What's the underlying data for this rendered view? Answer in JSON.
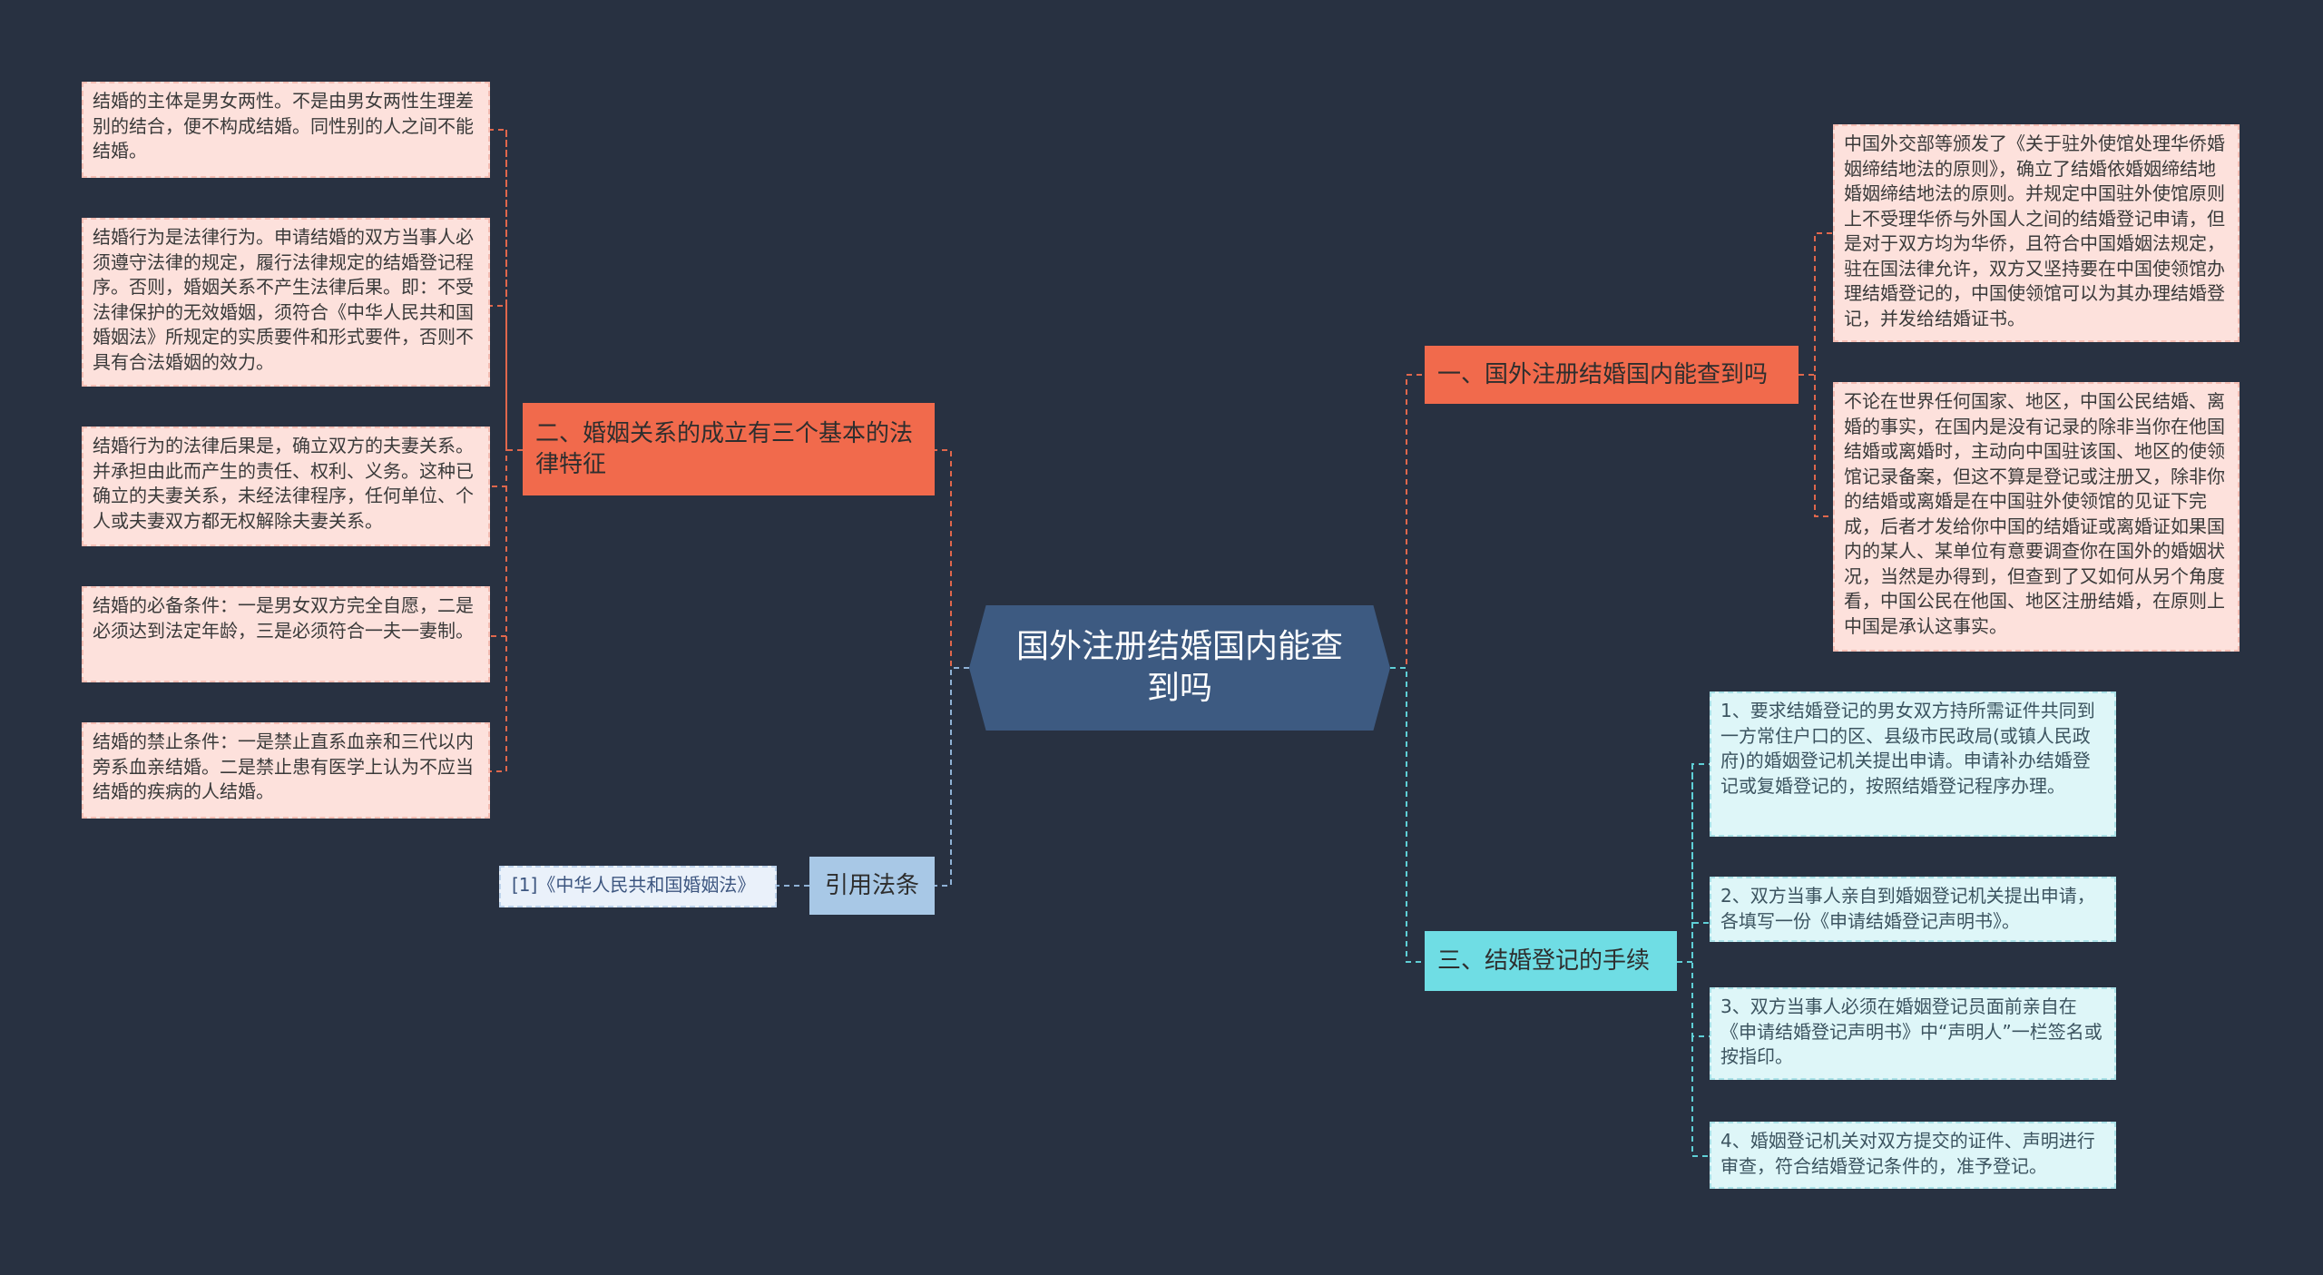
{
  "root": {
    "label": "国外注册结婚国内能查到吗"
  },
  "branches": {
    "b1": {
      "label": "一、国外注册结婚国内能查到吗",
      "leaves": [
        "中国外交部等颁发了《关于驻外使馆处理华侨婚姻缔结地法的原则》，确立了结婚依婚姻缔结地婚姻缔结地法的原则。并规定中国驻外使馆原则上不受理华侨与外国人之间的结婚登记申请，但是对于双方均为华侨，且符合中国婚姻法规定，驻在国法律允许，双方又坚持要在中国使领馆办理结婚登记的，中国使领馆可以为其办理结婚登记，并发给结婚证书。",
        "不论在世界任何国家、地区，中国公民结婚、离婚的事实，在国内是没有记录的除非当你在他国结婚或离婚时，主动向中国驻该国、地区的使领馆记录备案，但这不算是登记或注册又，除非你的结婚或离婚是在中国驻外使领馆的见证下完成，后者才发给你中国的结婚证或离婚证如果国内的某人、某单位有意要调查你在国外的婚姻状况，当然是办得到，但查到了又如何从另个角度看，中国公民在他国、地区注册结婚，在原则上中国是承认这事实。"
      ]
    },
    "b2": {
      "label": "二、婚姻关系的成立有三个基本的法律特征",
      "leaves": [
        "结婚的主体是男女两性。不是由男女两性生理差别的结合，便不构成结婚。同性别的人之间不能结婚。",
        "结婚行为是法律行为。申请结婚的双方当事人必须遵守法律的规定，履行法律规定的结婚登记程序。否则，婚姻关系不产生法律后果。即：不受法律保护的无效婚姻，须符合《中华人民共和国婚姻法》所规定的实质要件和形式要件，否则不具有合法婚姻的效力。",
        "结婚行为的法律后果是，确立双方的夫妻关系。并承担由此而产生的责任、权利、义务。这种已确立的夫妻关系，未经法律程序，任何单位、个人或夫妻双方都无权解除夫妻关系。",
        "结婚的必备条件：一是男女双方完全自愿，二是必须达到法定年龄，三是必须符合一夫一妻制。",
        "结婚的禁止条件：一是禁止直系血亲和三代以内旁系血亲结婚。二是禁止患有医学上认为不应当结婚的疾病的人结婚。"
      ]
    },
    "b3": {
      "label": "三、结婚登记的手续",
      "leaves": [
        "1、要求结婚登记的男女双方持所需证件共同到一方常住户口的区、县级市民政局(或镇人民政府)的婚姻登记机关提出申请。申请补办结婚登记或复婚登记的，按照结婚登记程序办理。",
        "2、双方当事人亲自到婚姻登记机关提出申请，各填写一份《申请结婚登记声明书》。",
        "3、双方当事人必须在婚姻登记员面前亲自在《申请结婚登记声明书》中“声明人”一栏签名或按指印。",
        "4、婚姻登记机关对双方提交的证件、声明进行审查，符合结婚登记条件的，准予登记。"
      ]
    },
    "b4": {
      "label": "引用法条",
      "leaves": [
        "[1]《中华人民共和国婚姻法》"
      ]
    }
  },
  "colors": {
    "background": "#283141",
    "root": "#3d5a81",
    "orange": "#f16a4c",
    "cyan": "#6fdde4",
    "blue": "#a8c8e6",
    "link_red": "#e0674c",
    "link_cyan": "#5fcfd6",
    "link_blue": "#8fb2d6"
  }
}
